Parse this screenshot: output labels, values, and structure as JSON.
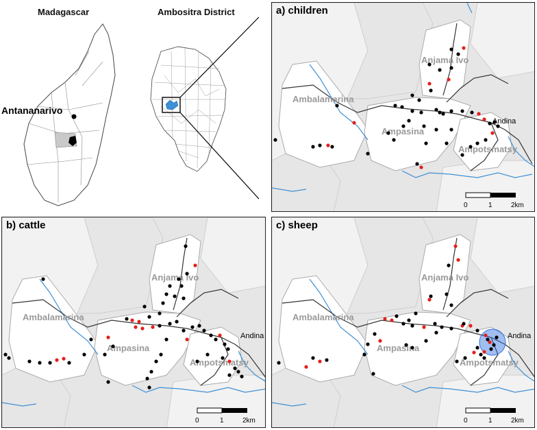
{
  "overview": {
    "madagascar_label": "Madagascar",
    "district_label": "Ambositra District",
    "capital_label": "Antananarivo"
  },
  "places": {
    "ambalamarina": "Ambalamarina",
    "anjama_ivo": "Anjama Ivo",
    "ampasina": "Ampasina",
    "ampotsmatsy": "Ampotsmatsy",
    "andina": "Andina"
  },
  "scale_bar": {
    "ticks": [
      "0",
      "1",
      "2km"
    ]
  },
  "colors": {
    "river": "#3d8fd6",
    "road": "#333333",
    "other_land": "#e6e6e6",
    "commune": "#ffffff",
    "black_point": "#000000",
    "red_point": "#e3201b",
    "highlight": "#2f6fe0"
  },
  "panels": [
    {
      "id": "children",
      "title": "a) children"
    },
    {
      "id": "cattle",
      "title": "b) cattle"
    },
    {
      "id": "sheep",
      "title": "c) sheep"
    }
  ]
}
